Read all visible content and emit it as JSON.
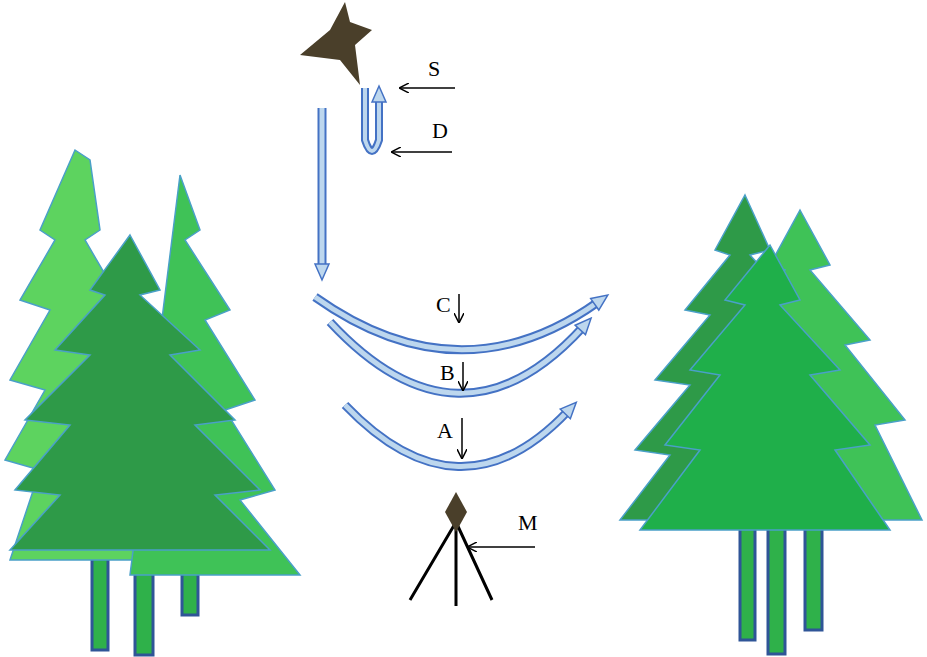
{
  "diagram": {
    "labels": [
      "S",
      "D",
      "C",
      "B",
      "A",
      "M"
    ]
  }
}
